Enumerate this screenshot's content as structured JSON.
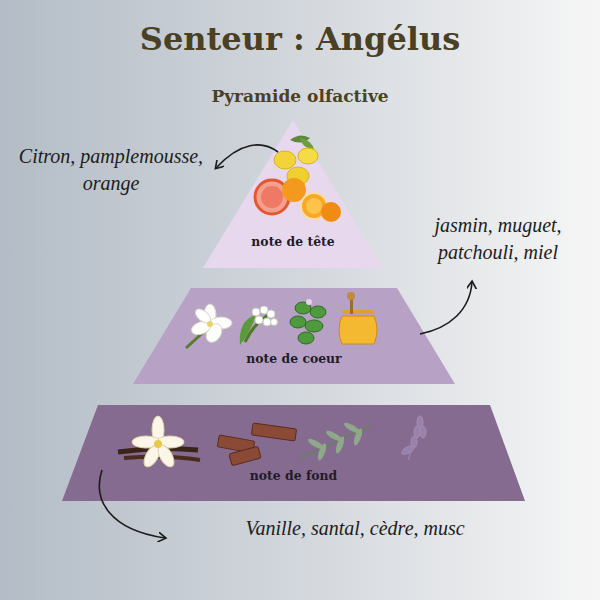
{
  "diagram": {
    "title": "Senteur : Angélus",
    "nodes": [
      {
        "text": [
          "note de tête"
        ]
      },
      {
        "text": [
          "note de coeur"
        ]
      },
      {
        "text": [
          "note de fond"
        ]
      }
    ],
    "labels": [
      "Pyramide olfactive",
      "Citron, pamplemousse, orange",
      "jasmin, muguet, patchouli, miel",
      "Vanille, santal, cèdre, musc"
    ]
  }
}
